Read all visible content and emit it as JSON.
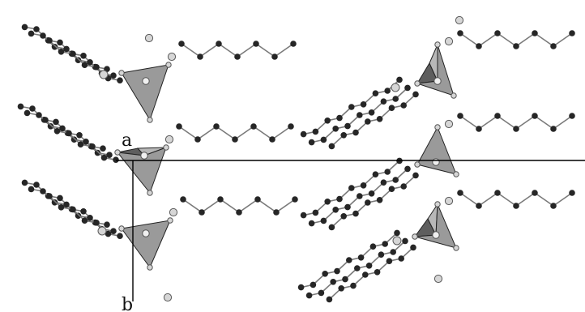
{
  "diagram": {
    "axis_labels": {
      "a": "a",
      "b": "b"
    },
    "colors": {
      "background": "#ffffff",
      "chain_bond": "#7a7a7a",
      "carbon_atom": "#262626",
      "oxygen_atom": "#d6d6d6",
      "oxygen_outline": "#5a5a5a",
      "tetrahedron_face": "#9a9a9a",
      "tetrahedron_dark_face": "#5e5e5e",
      "tetrahedron_light_face": "#b8b8b8",
      "central_atom": "#f0f0f0",
      "cell_edge": "#000000"
    },
    "structure": {
      "left_stack_tetrahedra": 3,
      "right_stack_tetrahedra": 3,
      "chains_per_tetrahedron": 3
    }
  }
}
